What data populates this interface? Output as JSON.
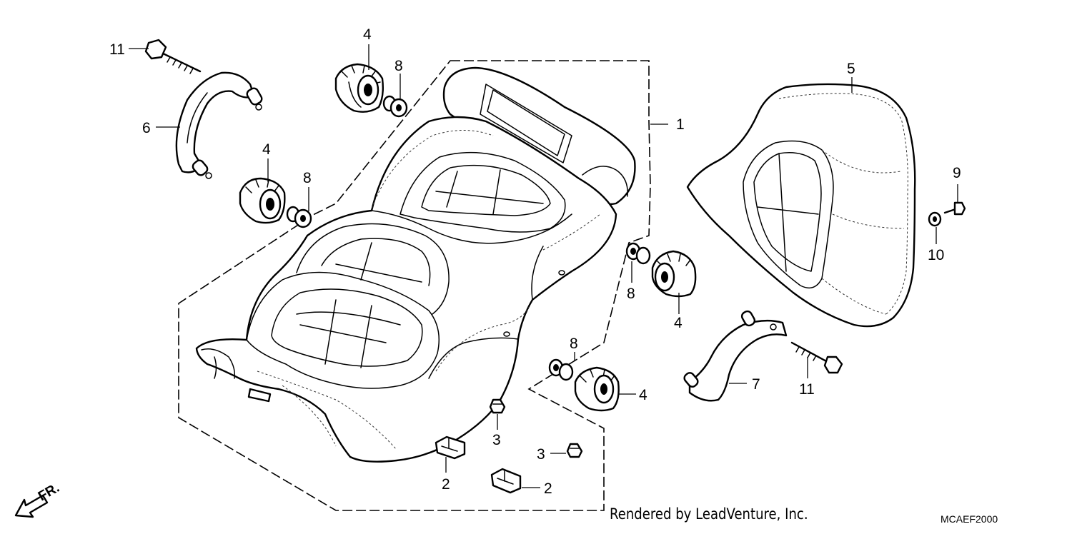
{
  "diagram": {
    "callouts": {
      "c1": "1",
      "c2a": "2",
      "c2b": "2",
      "c3a": "3",
      "c3b": "3",
      "c4a": "4",
      "c4b": "4",
      "c4c": "4",
      "c4d": "4",
      "c5": "5",
      "c6": "6",
      "c7": "7",
      "c8a": "8",
      "c8b": "8",
      "c8c": "8",
      "c8d": "8",
      "c9": "9",
      "c10": "10",
      "c11a": "11",
      "c11b": "11"
    },
    "front_marker": "FR.",
    "credit": "Rendered by LeadVenture, Inc.",
    "diagram_code": "MCAEF2000"
  }
}
